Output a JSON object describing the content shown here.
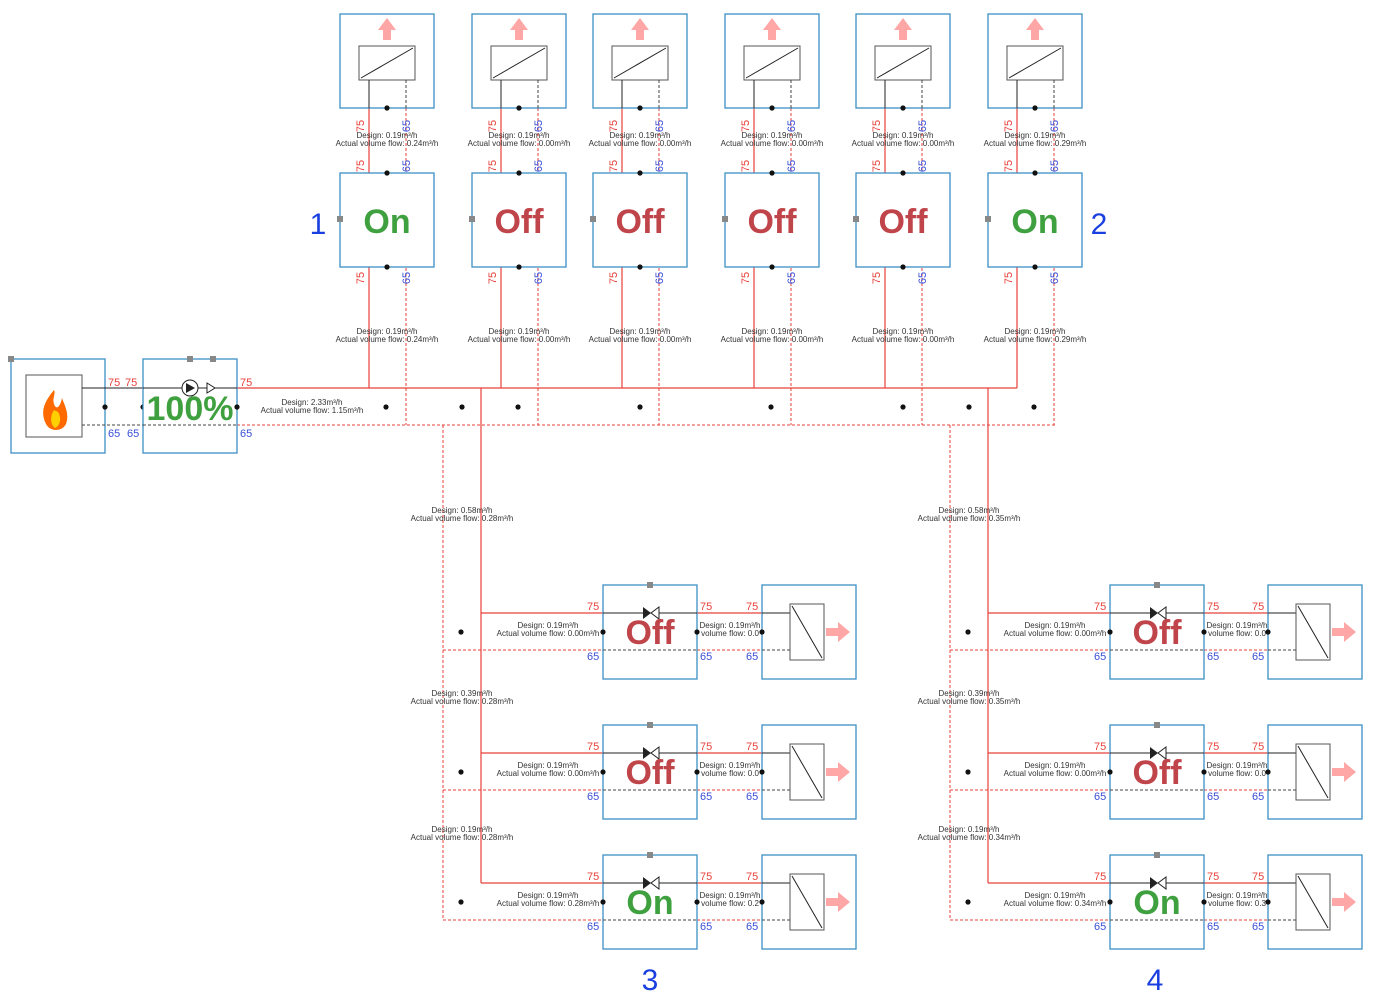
{
  "temps": {
    "supply": "75",
    "return": "65"
  },
  "colors": {
    "supply": "#e8413a",
    "return": "#e8413a",
    "box": "#3c8fc4",
    "on": "#3fa03f",
    "off": "#c0454a",
    "number": "#1a3fe0",
    "arrow": "#ffa6a6"
  },
  "boiler": {
    "icon": "flame-icon"
  },
  "pump": {
    "percent": "100%",
    "design": "Design: 2.33m³/h",
    "actual": "Actual volume flow: 1.15m³/h"
  },
  "branch_labels": [
    "1",
    "2",
    "3",
    "4"
  ],
  "top_units": [
    {
      "state": "On",
      "upper_design": "Design: 0.19m³/h",
      "upper_actual": "Actual volume flow: 0.24m³/h",
      "lower_design": "Design: 0.19m³/h",
      "lower_actual": "Actual volume flow: 0.24m³/h"
    },
    {
      "state": "Off",
      "upper_design": "Design: 0.19m³/h",
      "upper_actual": "Actual volume flow: 0.00m³/h",
      "lower_design": "Design: 0.19m³/h",
      "lower_actual": "Actual volume flow: 0.00m³/h"
    },
    {
      "state": "Off",
      "upper_design": "Design: 0.19m³/h",
      "upper_actual": "Actual volume flow: 0.00m³/h",
      "lower_design": "Design: 0.19m³/h",
      "lower_actual": "Actual volume flow: 0.00m³/h"
    },
    {
      "state": "Off",
      "upper_design": "Design: 0.19m³/h",
      "upper_actual": "Actual volume flow: 0.00m³/h",
      "lower_design": "Design: 0.19m³/h",
      "lower_actual": "Actual volume flow: 0.00m³/h"
    },
    {
      "state": "Off",
      "upper_design": "Design: 0.19m³/h",
      "upper_actual": "Actual volume flow: 0.00m³/h",
      "lower_design": "Design: 0.19m³/h",
      "lower_actual": "Actual volume flow: 0.00m³/h"
    },
    {
      "state": "On",
      "upper_design": "Design: 0.19m³/h",
      "upper_actual": "Actual volume flow: 0.29m³/h",
      "lower_design": "Design: 0.19m³/h",
      "lower_actual": "Actual volume flow: 0.29m³/h"
    }
  ],
  "bottom_groups": [
    {
      "riser_labels": [
        {
          "design": "Design: 0.58m³/h",
          "actual": "Actual volume flow: 0.28m³/h"
        },
        {
          "design": "Design: 0.39m³/h",
          "actual": "Actual volume flow: 0.28m³/h"
        },
        {
          "design": "Design: 0.19m³/h",
          "actual": "Actual volume flow: 0.28m³/h"
        }
      ],
      "units": [
        {
          "state": "Off",
          "left_design": "Design: 0.19m³/h",
          "left_actual": "Actual volume flow: 0.00m³/h",
          "right_design": "Design: 0.19m³/h",
          "right_actual": "volume flow: 0.0"
        },
        {
          "state": "Off",
          "left_design": "Design: 0.19m³/h",
          "left_actual": "Actual volume flow: 0.00m³/h",
          "right_design": "Design: 0.19m³/h",
          "right_actual": "volume flow: 0.0"
        },
        {
          "state": "On",
          "left_design": "Design: 0.19m³/h",
          "left_actual": "Actual volume flow: 0.28m³/h",
          "right_design": "Design: 0.19m³/h",
          "right_actual": "volume flow: 0.2"
        }
      ]
    },
    {
      "riser_labels": [
        {
          "design": "Design: 0.58m³/h",
          "actual": "Actual volume flow: 0.35m³/h"
        },
        {
          "design": "Design: 0.39m³/h",
          "actual": "Actual volume flow: 0.35m³/h"
        },
        {
          "design": "Design: 0.19m³/h",
          "actual": "Actual volume flow: 0.34m³/h"
        }
      ],
      "units": [
        {
          "state": "Off",
          "left_design": "Design: 0.19m³/h",
          "left_actual": "Actual volume flow: 0.00m³/h",
          "right_design": "Design: 0.19m³/h",
          "right_actual": "volume flow: 0.0"
        },
        {
          "state": "Off",
          "left_design": "Design: 0.19m³/h",
          "left_actual": "Actual volume flow: 0.00m³/h",
          "right_design": "Design: 0.19m³/h",
          "right_actual": "volume flow: 0.0"
        },
        {
          "state": "On",
          "left_design": "Design: 0.19m³/h",
          "left_actual": "Actual volume flow: 0.34m³/h",
          "right_design": "Design: 0.19m³/h",
          "right_actual": "volume flow: 0.3"
        }
      ]
    }
  ]
}
